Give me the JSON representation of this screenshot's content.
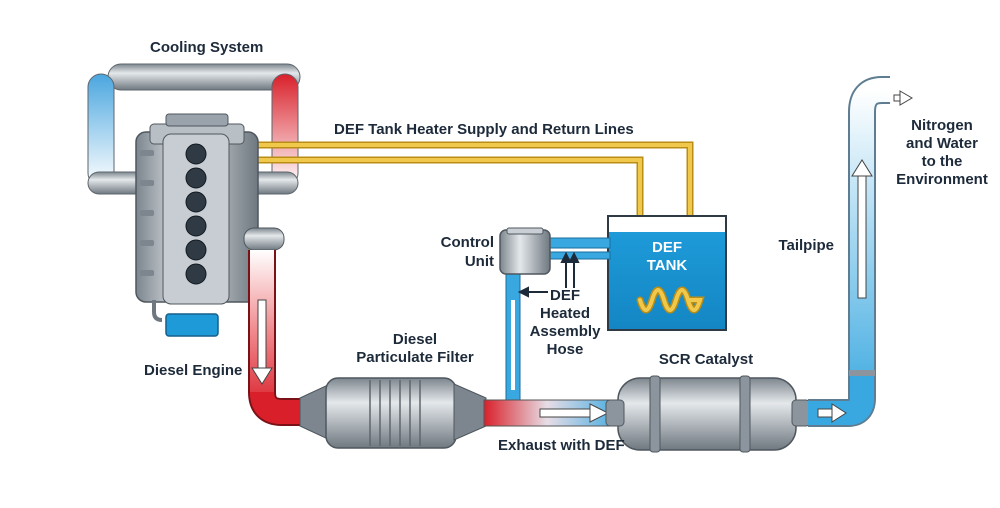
{
  "labels": {
    "cooling_system": "Cooling System",
    "def_lines": "DEF Tank Heater Supply and Return Lines",
    "control_unit_1": "Control",
    "control_unit_2": "Unit",
    "def_tank_1": "DEF",
    "def_tank_2": "TANK",
    "tailpipe": "Tailpipe",
    "nitrogen_1": "Nitrogen",
    "nitrogen_2": "and Water",
    "nitrogen_3": "to the",
    "nitrogen_4": "Environment",
    "dpf_1": "Diesel",
    "dpf_2": "Particulate Filter",
    "hose_1": "DEF",
    "hose_2": "Heated",
    "hose_3": "Assembly",
    "hose_4": "Hose",
    "scr": "SCR Catalyst",
    "diesel_engine": "Diesel Engine",
    "exhaust": "Exhaust with DEF"
  },
  "colors": {
    "hot": "#d9202a",
    "cold": "#3aa8e0",
    "metal": "#9aa3ab",
    "def_line": "#e2b32f",
    "text": "#1d2a3a"
  }
}
